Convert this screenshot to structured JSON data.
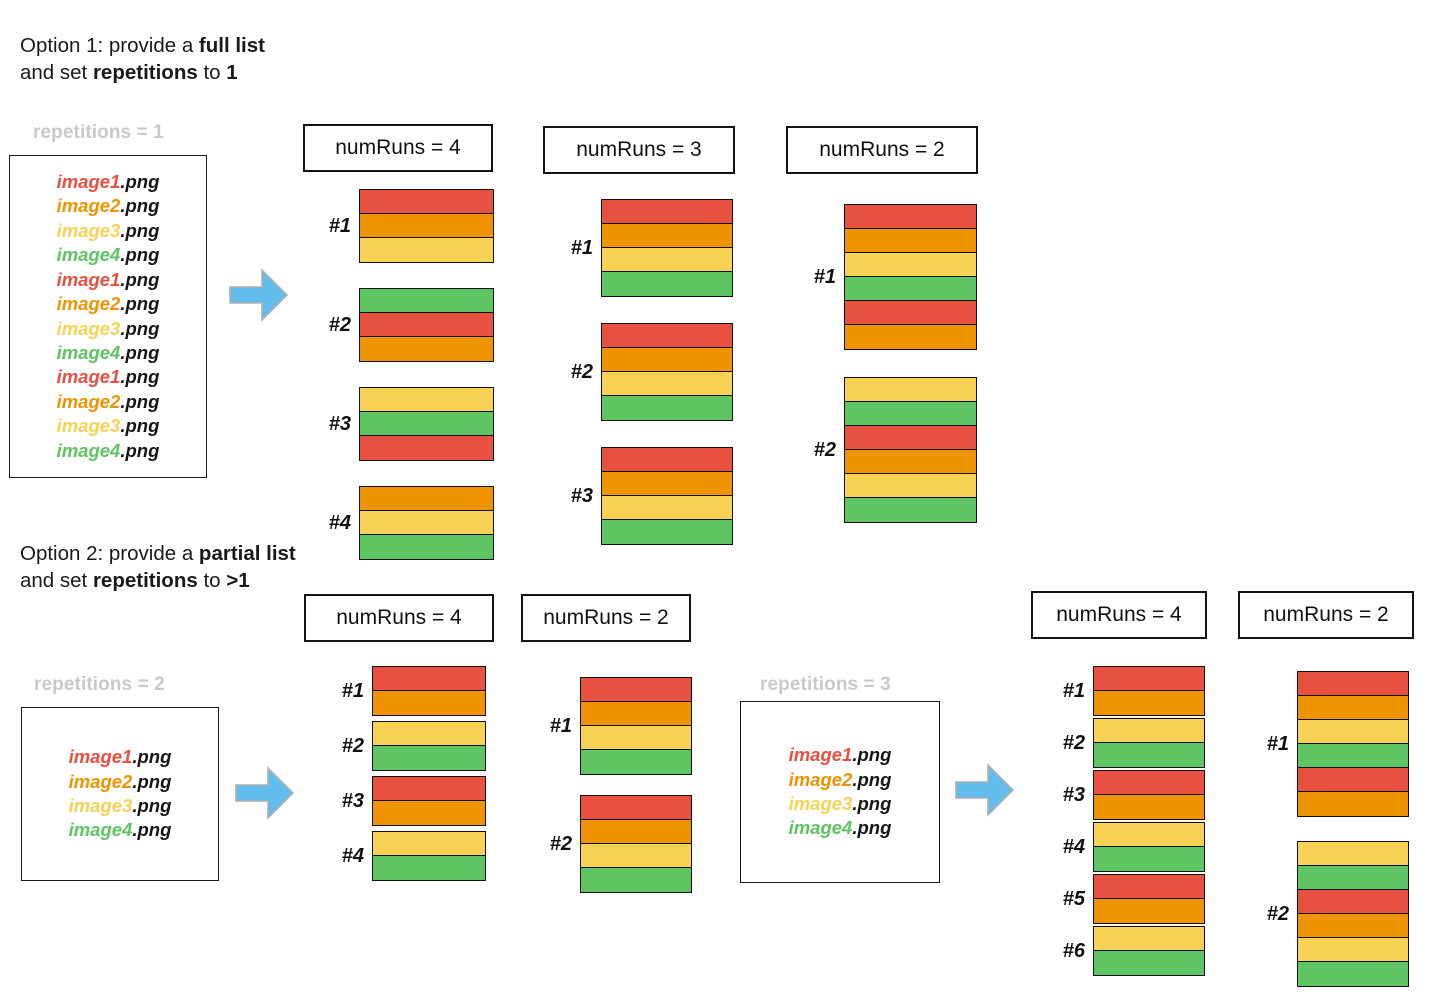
{
  "colors": {
    "red": "#e8503f",
    "orange": "#ef9300",
    "yellow": "#f8d255",
    "green": "#5fc462",
    "arrow": "#63bdec",
    "arrow_outline": "#b0b0b0",
    "rep_label": "#c9c9c9",
    "outline": "#141414"
  },
  "sections": [
    {
      "id": "option-1",
      "title_plain": "Option 1: provide a full list\nand set repetitions to 1",
      "title_html": "Option 1: provide a <b>full list</b><br>and set <b>repetitions</b> to <b>1</b>",
      "repetitions_label": "repetitions = 1",
      "list": [
        {
          "name": "image1",
          "ext": ".png",
          "color": "red"
        },
        {
          "name": "image2",
          "ext": ".png",
          "color": "orange"
        },
        {
          "name": "image3",
          "ext": ".png",
          "color": "yellow"
        },
        {
          "name": "image4",
          "ext": ".png",
          "color": "green"
        },
        {
          "name": "image1",
          "ext": ".png",
          "color": "red"
        },
        {
          "name": "image2",
          "ext": ".png",
          "color": "orange"
        },
        {
          "name": "image3",
          "ext": ".png",
          "color": "yellow"
        },
        {
          "name": "image4",
          "ext": ".png",
          "color": "green"
        },
        {
          "name": "image1",
          "ext": ".png",
          "color": "red"
        },
        {
          "name": "image2",
          "ext": ".png",
          "color": "orange"
        },
        {
          "name": "image3",
          "ext": ".png",
          "color": "yellow"
        },
        {
          "name": "image4",
          "ext": ".png",
          "color": "green"
        }
      ],
      "groups": [
        {
          "label": "numRuns = 4",
          "runs": [
            {
              "tag": "#1",
              "bars": [
                "red",
                "orange",
                "yellow"
              ]
            },
            {
              "tag": "#2",
              "bars": [
                "green",
                "red",
                "orange"
              ]
            },
            {
              "tag": "#3",
              "bars": [
                "yellow",
                "green",
                "red"
              ]
            },
            {
              "tag": "#4",
              "bars": [
                "orange",
                "yellow",
                "green"
              ]
            }
          ]
        },
        {
          "label": "numRuns = 3",
          "runs": [
            {
              "tag": "#1",
              "bars": [
                "red",
                "orange",
                "yellow",
                "green"
              ]
            },
            {
              "tag": "#2",
              "bars": [
                "red",
                "orange",
                "yellow",
                "green"
              ]
            },
            {
              "tag": "#3",
              "bars": [
                "red",
                "orange",
                "yellow",
                "green"
              ]
            }
          ]
        },
        {
          "label": "numRuns = 2",
          "runs": [
            {
              "tag": "#1",
              "bars": [
                "red",
                "orange",
                "yellow",
                "green",
                "red",
                "orange"
              ]
            },
            {
              "tag": "#2",
              "bars": [
                "yellow",
                "green",
                "red",
                "orange",
                "yellow",
                "green"
              ]
            }
          ]
        }
      ]
    },
    {
      "id": "option-2",
      "title_plain": "Option 2: provide a partial list\nand set repetitions to >1",
      "title_html": "Option 2: provide a <b>partial list</b><br>and set <b>repetitions</b> to <b>&gt;1</b>",
      "blocks": [
        {
          "repetitions_label": "repetitions = 2",
          "list": [
            {
              "name": "image1",
              "ext": ".png",
              "color": "red"
            },
            {
              "name": "image2",
              "ext": ".png",
              "color": "orange"
            },
            {
              "name": "image3",
              "ext": ".png",
              "color": "yellow"
            },
            {
              "name": "image4",
              "ext": ".png",
              "color": "green"
            }
          ],
          "groups": [
            {
              "label": "numRuns = 4",
              "runs": [
                {
                  "tag": "#1",
                  "bars": [
                    "red",
                    "orange"
                  ]
                },
                {
                  "tag": "#2",
                  "bars": [
                    "yellow",
                    "green"
                  ]
                },
                {
                  "tag": "#3",
                  "bars": [
                    "red",
                    "orange"
                  ]
                },
                {
                  "tag": "#4",
                  "bars": [
                    "yellow",
                    "green"
                  ]
                }
              ]
            },
            {
              "label": "numRuns = 2",
              "runs": [
                {
                  "tag": "#1",
                  "bars": [
                    "red",
                    "orange",
                    "yellow",
                    "green"
                  ]
                },
                {
                  "tag": "#2",
                  "bars": [
                    "red",
                    "orange",
                    "yellow",
                    "green"
                  ]
                }
              ]
            }
          ]
        },
        {
          "repetitions_label": "repetitions = 3",
          "list": [
            {
              "name": "image1",
              "ext": ".png",
              "color": "red"
            },
            {
              "name": "image2",
              "ext": ".png",
              "color": "orange"
            },
            {
              "name": "image3",
              "ext": ".png",
              "color": "yellow"
            },
            {
              "name": "image4",
              "ext": ".png",
              "color": "green"
            }
          ],
          "groups": [
            {
              "label": "numRuns = 4",
              "runs": [
                {
                  "tag": "#1",
                  "bars": [
                    "red",
                    "orange"
                  ]
                },
                {
                  "tag": "#2",
                  "bars": [
                    "yellow",
                    "green"
                  ]
                },
                {
                  "tag": "#3",
                  "bars": [
                    "red",
                    "orange"
                  ]
                },
                {
                  "tag": "#4",
                  "bars": [
                    "yellow",
                    "green"
                  ]
                },
                {
                  "tag": "#5",
                  "bars": [
                    "red",
                    "orange"
                  ]
                },
                {
                  "tag": "#6",
                  "bars": [
                    "yellow",
                    "green"
                  ]
                }
              ]
            },
            {
              "label": "numRuns = 2",
              "runs": [
                {
                  "tag": "#1",
                  "bars": [
                    "red",
                    "orange",
                    "yellow",
                    "green",
                    "red",
                    "orange"
                  ]
                },
                {
                  "tag": "#2",
                  "bars": [
                    "yellow",
                    "green",
                    "red",
                    "orange",
                    "yellow",
                    "green"
                  ]
                }
              ]
            }
          ]
        }
      ]
    }
  ]
}
